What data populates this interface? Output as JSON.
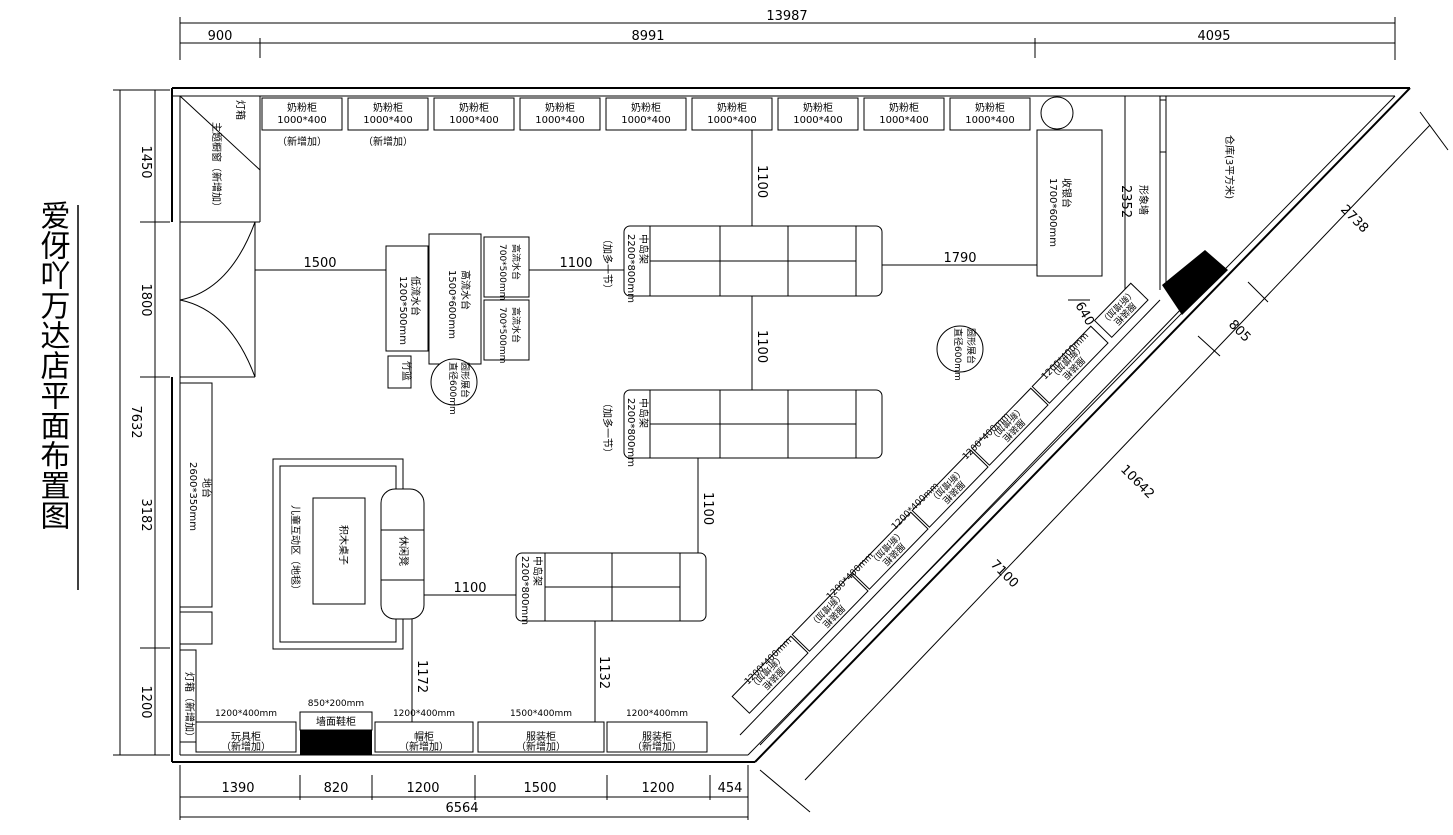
{
  "title": "爱伢吖万达店平面布置图",
  "dims": {
    "top_total": "13987",
    "top_900": "900",
    "top_8991": "8991",
    "top_4095": "4095",
    "left_total": "7632",
    "left_1450": "1450",
    "left_1800": "1800",
    "left_3182": "3182",
    "left_1200": "1200",
    "bot_1390": "1390",
    "bot_820": "820",
    "bot_1200a": "1200",
    "bot_1500": "1500",
    "bot_1200b": "1200",
    "bot_454": "454",
    "bot_total": "6564",
    "d_1100_top": "1100",
    "d_1790": "1790",
    "d_1500": "1500",
    "d_1100_mid": "1100",
    "d_1100_v2": "1100",
    "d_1100_v3": "1100",
    "d_1100_h2": "1100",
    "d_1172": "1172",
    "d_1132": "1132",
    "d_2352": "2352",
    "d_640": "640",
    "d_805": "805",
    "d_2738": "2738",
    "d_10642": "10642",
    "d_7100": "7100"
  },
  "labels": {
    "milk_cabinet": "奶粉柜",
    "milk_size": "1000*400",
    "new_added": "（新增加）",
    "light_box": "灯箱",
    "theme_window": "主题橱窗（新增加）",
    "light_box_new": "灯箱（新增加）",
    "floor_stand": "地台",
    "floor_stand_size": "2600*350mm",
    "low_table": "低流水台",
    "low_table_size": "1200*500mm",
    "high_table": "高流水台",
    "high_table_size": "1500*600mm",
    "high_small": "高流水台",
    "high_small_size": "700*500mm",
    "bamboo": "竹篮",
    "round_stand": "圆形展台",
    "round_diam": "直径600mm",
    "mid_shelf": "中岛架",
    "mid_shelf_size": "2200*800mm",
    "add_section": "（加多一节）",
    "cashier": "收银台",
    "cashier_size": "1700*600mm",
    "warehouse": "仓库(3平方米)",
    "image_wall": "形象墙",
    "kids_area": "儿童互动区（地毯）",
    "block_table": "积木桌子",
    "rest_chair": "休闲凳",
    "toy_cabinet": "玩具柜",
    "size_1200_400": "1200*400mm",
    "shoe_shelf": "鞋柜",
    "size_850_200": "850*200mm",
    "wall_shoe": "墙面鞋柜",
    "hat_shelf": "帽柜",
    "size_1500_400": "1500*400mm",
    "clothes_cabinet": "服装柜",
    "cloth_cabinet_diag": "服装柜",
    "new_short": "（新增加）",
    "diag_size": "1200*400mm",
    "diag_special": "服装柜(新增加)"
  }
}
